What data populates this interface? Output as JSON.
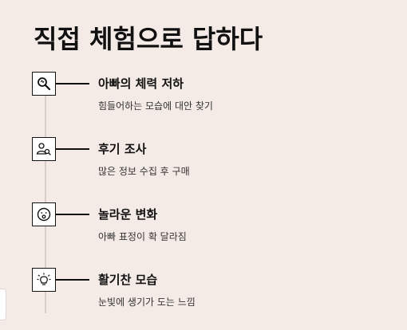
{
  "title": "직접 체험으로 답하다",
  "steps": [
    {
      "title": "아빠의 체력 저하",
      "desc": "힘들어하는 모습에 대안 찾기",
      "icon": "magnifier-icon"
    },
    {
      "title": "후기 조사",
      "desc": "많은 정보 수집 후 구매",
      "icon": "user-search-icon"
    },
    {
      "title": "놀라운 변화",
      "desc": "아빠 표정이 확 달라짐",
      "icon": "surprised-face-icon"
    },
    {
      "title": "활기찬 모습",
      "desc": "눈빛에 생기가 도는 느낌",
      "icon": "lightbulb-icon"
    }
  ],
  "colors": {
    "background": "#f5ebe6",
    "text": "#111111",
    "line": "#d9cfca"
  }
}
